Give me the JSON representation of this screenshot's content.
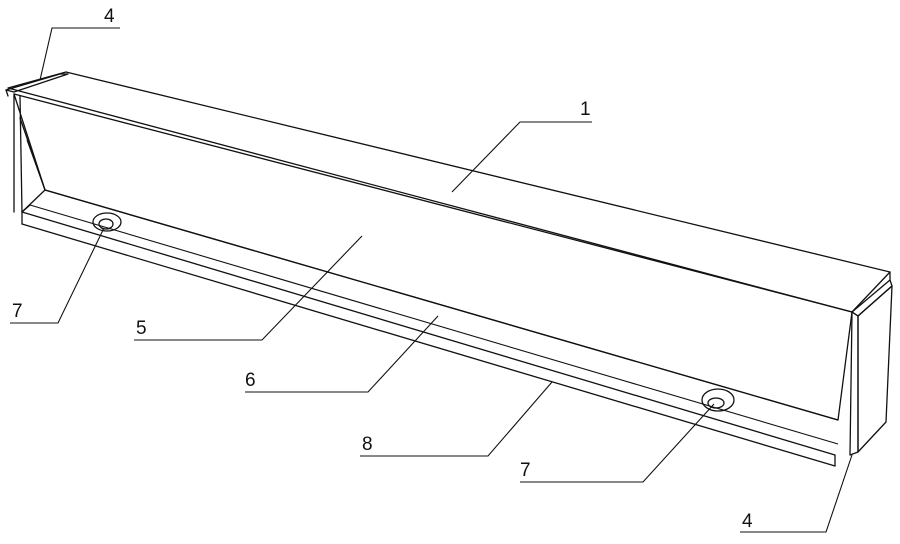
{
  "callouts": [
    {
      "id": "label-4-top",
      "text": "4"
    },
    {
      "id": "label-1",
      "text": "1"
    },
    {
      "id": "label-7-left",
      "text": "7"
    },
    {
      "id": "label-5",
      "text": "5"
    },
    {
      "id": "label-6",
      "text": "6"
    },
    {
      "id": "label-8",
      "text": "8"
    },
    {
      "id": "label-7-bottom",
      "text": "7"
    },
    {
      "id": "label-4-bottom",
      "text": "4"
    }
  ]
}
